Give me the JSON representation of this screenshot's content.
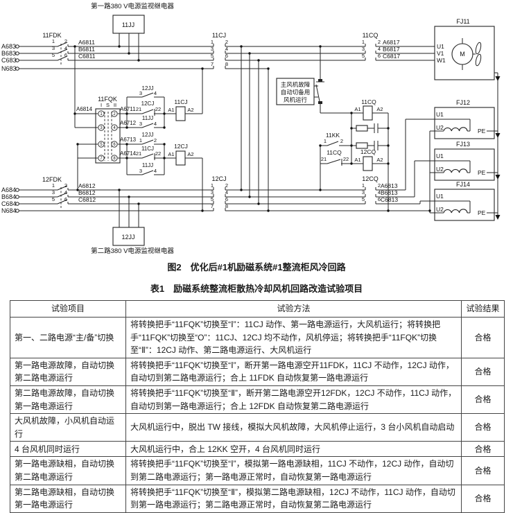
{
  "figure": {
    "caption": "图2　优化后#1机励磁系统#1整流柜风冷回路",
    "relay1_label": "第一路380 V电源监视继电器",
    "relay2_label": "第二路380 V电源监视继电器",
    "fault_note": {
      "l1": "主风机故障",
      "l2": "自动切备用",
      "l3": "风机运行"
    },
    "devices": {
      "jj1": "11JJ",
      "jj2": "12JJ",
      "fdk1": "11FDK",
      "fdk2": "12FDK",
      "fqk": "11FQK",
      "cj1": "11CJ",
      "cj2": "12CJ",
      "cq1": "11CQ",
      "cq2": "12CQ",
      "kk": "11KK",
      "fj11": "FJ11",
      "fj12": "FJ12",
      "fj13": "FJ13",
      "fj14": "FJ14"
    },
    "pins": {
      "p1": "1",
      "p2": "2",
      "p3": "3",
      "p4": "4",
      "p5": "5",
      "p6": "6",
      "p7": "7",
      "p8": "8",
      "p21": "21",
      "p22": "22",
      "a1": "A1",
      "a2": "A2"
    },
    "positions": {
      "i": "I",
      "s": "S",
      "ii": "II"
    },
    "motor": {
      "m": "M",
      "u1": "U1",
      "v1": "V1",
      "w1": "W1",
      "u2": "U2",
      "pe": "PE"
    },
    "wires": {
      "a683": "A683",
      "b683": "B683",
      "c683": "C683",
      "n683": "N683",
      "a684": "A684",
      "b684": "B684",
      "c684": "C684",
      "n684": "N684",
      "a6811": "A6811",
      "b6811": "B6811",
      "c6811": "C6811",
      "a6812": "A6812",
      "b6812": "B6812",
      "c6812": "C6812",
      "a6813": "A6813",
      "b6813": "B6813",
      "c6813": "C6813",
      "a6817": "A6817",
      "b6817": "B6817",
      "c6817": "C6817",
      "a6814": "A6814",
      "a6711": "A6711",
      "a6712": "A6712",
      "a6713": "A6713",
      "a6714": "A6714"
    }
  },
  "table": {
    "title": "表1　励磁系统整流柜散热冷却风机回路改造试验项目",
    "headers": [
      "试验项目",
      "试验方法",
      "试验结果"
    ],
    "rows": [
      {
        "item": "第一、二路电源“主/备”切换",
        "method": "将转换把手“11FQK”切换至“Ⅰ”：11CJ 动作、第一路电源运行，大风机运行；将转换把手“11FQK”切换至“O”：11CJ、12CJ 均不动作，风机停运；将转换把手“11FQK”切换至“Ⅱ”：12CJ 动作、第二路电源运行、大风机运行",
        "result": "合格"
      },
      {
        "item": "第一路电源故障，自动切换第二路电源运行",
        "method": "将转换把手“11FQK”切换至“Ⅰ”，断开第一路电源空开11FDK，11CJ 不动作，12CJ 动作，自动切到第二路电源运行；合上 11FDK 自动恢复第一路电源运行",
        "result": "合格"
      },
      {
        "item": "第二路电源故障，自动切换第一路电源运行",
        "method": "将转换把手“11FQK”切换至“Ⅱ”，断开第二路电源空开12FDK，12CJ 不动作，11CJ 动作，自动切到第一路电源运行；合上 12FDK 自动恢复第二路电源运行",
        "result": "合格"
      },
      {
        "item": "大风机故障，小风机自动运行",
        "method": "大风机运行中，脱出 TW 接线，模拟大风机故障，大风机停止运行，3 台小风机自动启动",
        "result": "合格"
      },
      {
        "item": "4 台风机同时运行",
        "method": "大风机运行中，合上 12KK 空开，4 台风机同时运行",
        "result": "合格"
      },
      {
        "item": "第一路电源缺相，自动切换第二路电源运行",
        "method": "将转换把手“11FQK”切换至“Ⅰ”，模拟第一路电源缺相，11CJ 不动作，12CJ 动作，自动切到第二路电源运行；第一路电源正常时，自动恢复第一路电源运行",
        "result": "合格"
      },
      {
        "item": "第二路电源缺相，自动切换第一路电源运行",
        "method": "将转换把手“11FQK”切换至“Ⅱ”，模拟第二路电源缺相，12CJ 不动作，11CJ 动作，自动切到第一路电源运行；第二路电源正常时，自动恢复第二路电源运行",
        "result": "合格"
      }
    ]
  }
}
